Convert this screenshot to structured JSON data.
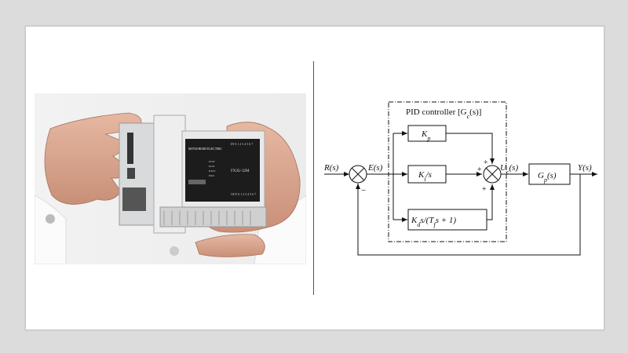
{
  "photo": {
    "description_icon": "plc-in-hands-photo",
    "brand": "MITSUBISHI ELECTRIC",
    "model": "FX3U-32M",
    "status_labels": [
      "POW",
      "RUN",
      "BATT",
      "ERR"
    ],
    "io_in": "IN 0 1 2 3 4 5 6 7",
    "io_out": "OUT 0 1 2 3 4 5 6 7"
  },
  "diagram": {
    "title": "PID controller [G",
    "title_sub": "c",
    "title_end": "(s)]",
    "input": "R(s)",
    "error": "E(s)",
    "control": "U",
    "control_sub": "c",
    "control_end": "(s)",
    "output": "Y(s)",
    "kp": "K",
    "kp_sub": "p",
    "ki": "K",
    "ki_sub": "i",
    "ki_end": "/s",
    "kd_pre": "K",
    "kd_sub": "d",
    "kd_mid": "s/(T",
    "kd_sub2": "f",
    "kd_end": "s + 1)",
    "plant": "G",
    "plant_sub": "p",
    "plant_end": "(s)",
    "plus": "+",
    "minus": "−"
  }
}
